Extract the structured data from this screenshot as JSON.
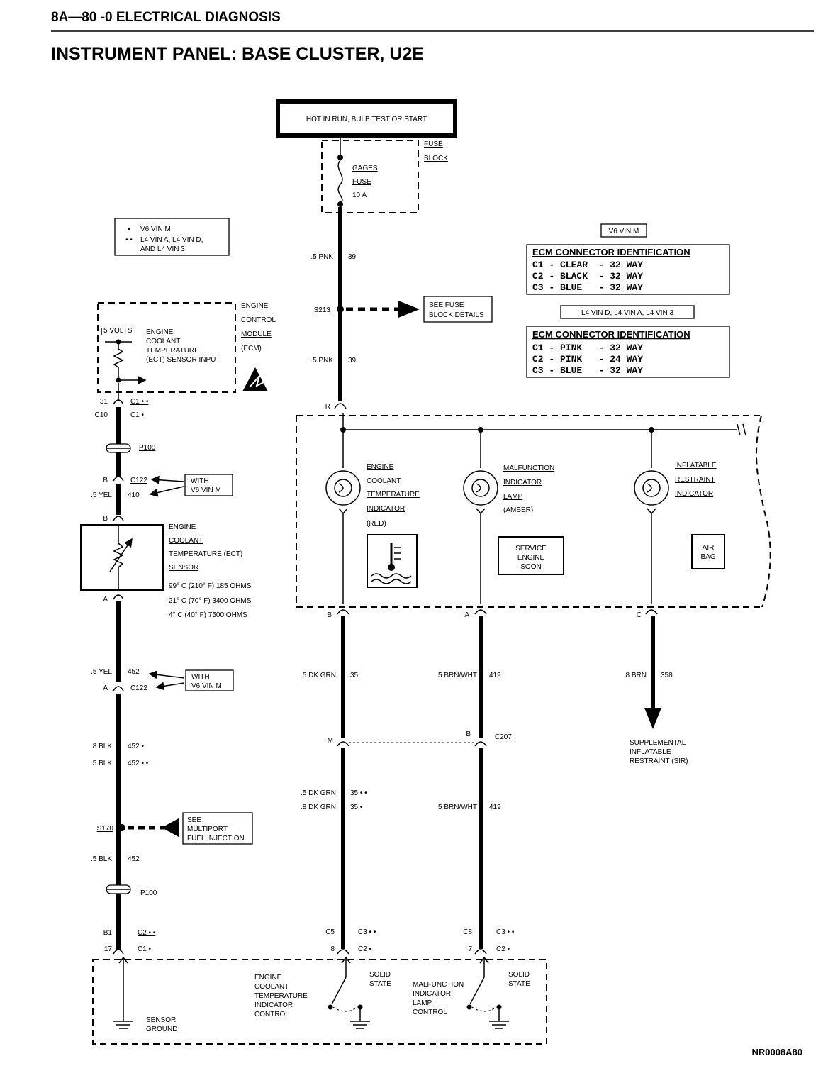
{
  "header": {
    "section": "8A—80 -0 ELECTRICAL DIAGNOSIS",
    "title": "INSTRUMENT PANEL: BASE CLUSTER, U2E"
  },
  "power": {
    "hot_label": "HOT IN RUN, BULB TEST OR START",
    "fuse_block": [
      "FUSE",
      "BLOCK"
    ],
    "fuse": [
      "GAGES",
      "FUSE",
      "10 A"
    ]
  },
  "legend": {
    "one_dot": "V6 VIN M",
    "two_dot": [
      "L4 VIN A, L4 VIN D,",
      "AND L4 VIN 3"
    ]
  },
  "ecm_v6": {
    "tag": "V6 VIN M",
    "title": "ECM CONNECTOR IDENTIFICATION",
    "rows": [
      "C1 - CLEAR  - 32 WAY",
      "C2 - BLACK  - 32 WAY",
      "C3 - BLUE   - 32 WAY"
    ]
  },
  "ecm_l4": {
    "tag": "L4 VIN D, L4 VIN A, L4 VIN 3",
    "title": "ECM CONNECTOR IDENTIFICATION",
    "rows": [
      "C1 - PINK   - 32 WAY",
      "C2 - PINK   - 24 WAY",
      "C3 - BLUE   - 32 WAY"
    ]
  },
  "main_feed": {
    "wire1": ".5 PNK",
    "circuit1": "39",
    "splice": "S213",
    "see_fuse": [
      "SEE FUSE",
      "BLOCK DETAILS"
    ],
    "wire2": ".5 PNK",
    "circuit2": "39",
    "pin_r": "R"
  },
  "ecm_top": {
    "volts": "5 VOLTS",
    "ect_input": [
      "ENGINE",
      "COOLANT",
      "TEMPERATURE",
      "(ECT) SENSOR INPUT"
    ],
    "ecm_label": [
      "ENGINE",
      "CONTROL",
      "MODULE",
      "(ECM)"
    ],
    "pin1": "31",
    "conn1": "C1 • •",
    "pin2": "C10",
    "conn2": "C1 •"
  },
  "left_circuit": {
    "p100_top": "P100",
    "pin_b_top": "B",
    "c122_top": "C122",
    "wire_yel": ".5 YEL",
    "circuit_410": "410",
    "with_v6_top": [
      "WITH",
      "V6 VIN M"
    ],
    "sensor_pin_b": "B",
    "sensor_label": [
      "ENGINE",
      "COOLANT",
      "TEMPERATURE (ECT)",
      "SENSOR"
    ],
    "resistance": [
      "99° C (210° F) 185 OHMS",
      "21° C (70° F) 3400 OHMS",
      "4° C (40° F) 7500 OHMS"
    ],
    "sensor_pin_a": "A",
    "wire_yel2": ".5 YEL",
    "circuit_452": "452",
    "pin_a_bottom": "A",
    "c122_bottom": "C122",
    "with_v6_bottom": [
      "WITH",
      "V6 VIN M"
    ],
    "blk8": ".8 BLK",
    "blk8_circuit": "452 •",
    "blk5": ".5 BLK",
    "blk5_circuit": "452 • •",
    "splice": "S170",
    "see_mfi": [
      "SEE",
      "MULTIPORT",
      "FUEL INJECTION"
    ],
    "blk5b": ".5 BLK",
    "blk5b_circuit": "452",
    "p100_bottom": "P100",
    "pin_b1": "B1",
    "conn_c2": "C2 • •",
    "pin_17": "17",
    "conn_c1": "C1 •"
  },
  "cluster": {
    "ect_indicator": [
      "ENGINE",
      "COOLANT",
      "TEMPERATURE",
      "INDICATOR",
      "(RED)"
    ],
    "mil": [
      "MALFUNCTION",
      "INDICATOR",
      "LAMP",
      "(AMBER)"
    ],
    "sir": [
      "INFLATABLE",
      "RESTRAINT",
      "INDICATOR"
    ],
    "service_engine_soon": [
      "SERVICE",
      "ENGINE",
      "SOON"
    ],
    "air_bag": [
      "AIR",
      "BAG"
    ],
    "pin_b": "B",
    "pin_a": "A",
    "pin_c": "C"
  },
  "mid_circuit": {
    "wire1": ".5 DK GRN",
    "circuit1": "35",
    "pin_m": "M",
    "wire2": ".5 DK GRN",
    "circuit2": "35 • •",
    "wire3": ".8 DK GRN",
    "circuit3": "35 •",
    "pin_c5": "C5",
    "conn_c3": "C3 • •",
    "pin_8": "8",
    "conn_c2": "C2 •"
  },
  "right_circuit": {
    "wire1": ".5 BRN/WHT",
    "circuit1": "419",
    "pin_b": "B",
    "c207": "C207",
    "wire2": ".5 BRN/WHT",
    "circuit2": "419",
    "pin_c8": "C8",
    "conn_c3": "C3 • •",
    "pin_7": "7",
    "conn_c2": "C2 •"
  },
  "sir_circuit": {
    "wire": ".8 BRN",
    "circuit": "358",
    "dest": [
      "SUPPLEMENTAL",
      "INFLATABLE",
      "RESTRAINT (SIR)"
    ]
  },
  "ecm_bottom": {
    "sensor_ground": [
      "SENSOR",
      "GROUND"
    ],
    "ect_control": [
      "ENGINE",
      "COOLANT",
      "TEMPERATURE",
      "INDICATOR",
      "CONTROL"
    ],
    "solid_state_1": [
      "SOLID",
      "STATE"
    ],
    "mil_control": [
      "MALFUNCTION",
      "INDICATOR",
      "LAMP",
      "CONTROL"
    ],
    "solid_state_2": [
      "SOLID",
      "STATE"
    ]
  },
  "footer": {
    "code": "NR0008A80"
  }
}
